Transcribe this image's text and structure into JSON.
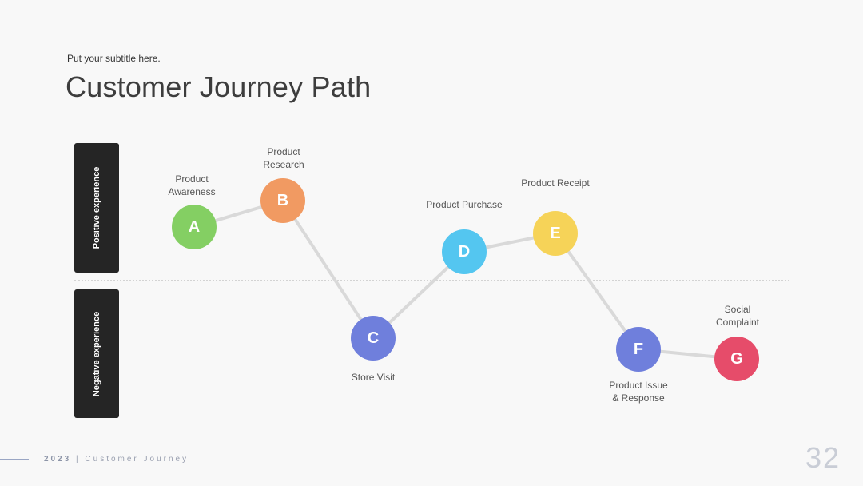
{
  "header": {
    "subtitle": "Put your subtitle here.",
    "title": "Customer Journey Path"
  },
  "side_labels": {
    "positive": "Positive experience",
    "negative": "Negative experience"
  },
  "nodes": [
    {
      "letter": "A",
      "label": "Product\nAwareness",
      "color": "#84cf63"
    },
    {
      "letter": "B",
      "label": "Product\nResearch",
      "color": "#f19a62"
    },
    {
      "letter": "C",
      "label": "Store Visit",
      "color": "#6f7fdc"
    },
    {
      "letter": "D",
      "label": "Product Purchase",
      "color": "#54c6f0"
    },
    {
      "letter": "E",
      "label": "Product Receipt",
      "color": "#f6d358"
    },
    {
      "letter": "F",
      "label": "Product Issue\n& Response",
      "color": "#6f7fdc"
    },
    {
      "letter": "G",
      "label": "Social\nComplaint",
      "color": "#e64c6a"
    }
  ],
  "footer": {
    "year": "2023",
    "separator": "|",
    "caption": "Customer Journey",
    "page_number": "32"
  }
}
